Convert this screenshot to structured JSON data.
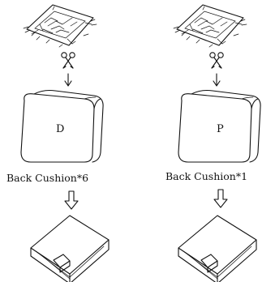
{
  "columns": [
    {
      "cushion_letter": "D",
      "caption": "Back Cushion*6"
    },
    {
      "cushion_letter": "P",
      "caption": "Back Cushion*1"
    }
  ],
  "icons": {
    "package": "plastic-wrapped-package",
    "cut": "scissors-icon",
    "down": "arrow-down-icon",
    "result": "hollow-arrow-down-icon"
  }
}
